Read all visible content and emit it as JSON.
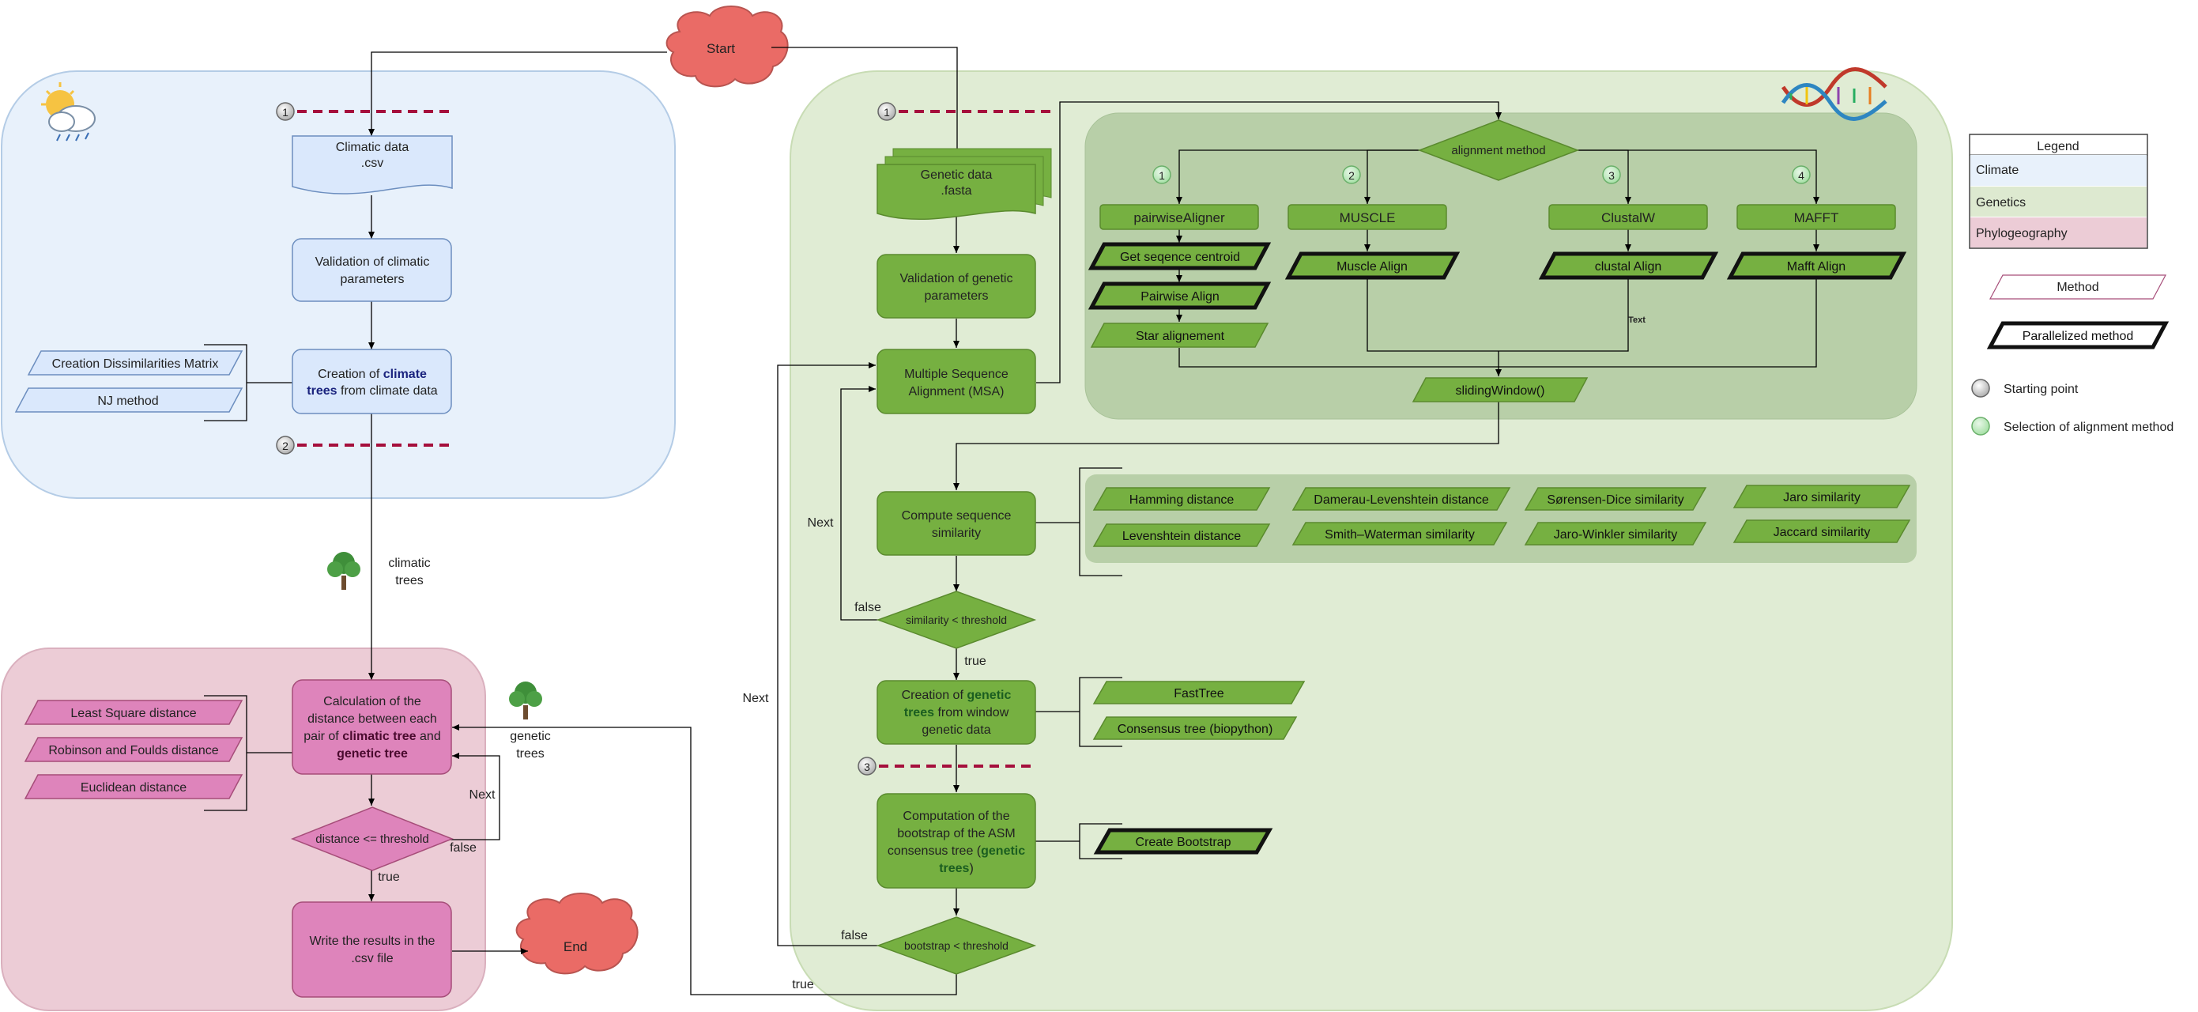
{
  "colors": {
    "climate_bg": "#e8f1fb",
    "climate_box": "#dae8fc",
    "climate_border": "#6c8ebf",
    "genetics_bg": "#e0ecd4",
    "alignment_panel": "#b8cfa8",
    "green_box": "#76b041",
    "green_border": "#5a8a2e",
    "phylo_bg": "#ecccd6",
    "pink_box": "#de84bb",
    "pink_border": "#a64d79",
    "cloud": "#ea6b66",
    "marker_line": "#a50f3c",
    "legend_climate": "#e8f1fb",
    "legend_genetics": "#dde9d0",
    "legend_phylo": "#ecccd6"
  },
  "icons": {
    "weather": "sun-cloud-rain-icon",
    "dna": "dna-helix-icon",
    "tree_climatic": "tree-icon",
    "tree_genetic": "tree-icon"
  },
  "start": "Start",
  "end": "End",
  "markers": {
    "m1": "1",
    "m2": "2",
    "m3": "3"
  },
  "climate": {
    "data": "Climatic data\n.csv",
    "validation": "Validation of climatic\nparameters",
    "creation": {
      "before": "Creation of ",
      "bold1": "climate",
      "bold2": "trees",
      "after": " from climate data"
    },
    "methods": [
      "Creation Dissimilarities Matrix",
      "NJ method"
    ],
    "trees_label": "climatic\ntrees"
  },
  "phylo": {
    "calc": {
      "line1": "Calculation of the",
      "line2": "distance between each",
      "line3a": "pair of ",
      "line3b": "climatic tree",
      "line3c": " and",
      "line4": "genetic tree"
    },
    "methods": [
      "Least Square distance",
      "Robinson and Foulds distance",
      "Euclidean distance"
    ],
    "decision": "distance <= threshold",
    "false_label": "false",
    "true_label": "true",
    "next_label": "Next",
    "write": "Write the results in the\n.csv file",
    "genetic_trees_label": "genetic\ntrees"
  },
  "genetics": {
    "data": "Genetic data\n.fasta",
    "validation": "Validation of genetic\nparameters",
    "msa": "Multiple Sequence\nAlignment (MSA)",
    "alignment_method": "alignment method",
    "aligners": [
      {
        "num": "1",
        "name": "pairwiseAligner"
      },
      {
        "num": "2",
        "name": "MUSCLE"
      },
      {
        "num": "3",
        "name": "ClustalW"
      },
      {
        "num": "4",
        "name": "MAFFT"
      }
    ],
    "pairwise_steps": [
      "Get seqence centroid",
      "Pairwise Align",
      "Star alignement"
    ],
    "muscle_align": "Muscle Align",
    "clustal_align": "clustal Align",
    "mafft_align": "Mafft Align",
    "text_label": "Text",
    "sliding_window": "slidingWindow()",
    "compute": "Compute sequence\nsimilarity",
    "similarity_methods": [
      "Hamming distance",
      "Damerau-Levenshtein distance",
      "Sørensen-Dice similarity",
      "Jaro similarity",
      "Levenshtein distance",
      "Smith–Waterman similarity",
      "Jaro-Winkler similarity",
      "Jaccard similarity"
    ],
    "similarity_decision": "similarity < threshold",
    "creation": {
      "before": "Creation of ",
      "bold1": "genetic",
      "bold2": "trees",
      "after": " from window",
      "line3": "genetic data"
    },
    "tree_methods": [
      "FastTree",
      "Consensus tree (biopython)"
    ],
    "bootstrap": {
      "line1": "Computation of the",
      "line2": "bootstrap of the ASM",
      "line3a": "consensus tree (",
      "line3b": "genetic",
      "line4a": "trees",
      "line4b": ")"
    },
    "create_bootstrap": "Create Bootstrap",
    "bootstrap_decision": "bootstrap < threshold",
    "next_label": "Next",
    "false_label": "false",
    "true_label": "true"
  },
  "legend": {
    "title": "Legend",
    "rows": [
      "Climate",
      "Genetics",
      "Phylogeography"
    ],
    "method": "Method",
    "parallelized": "Parallelized method",
    "starting_point": "Starting point",
    "selection": "Selection of alignment method"
  }
}
